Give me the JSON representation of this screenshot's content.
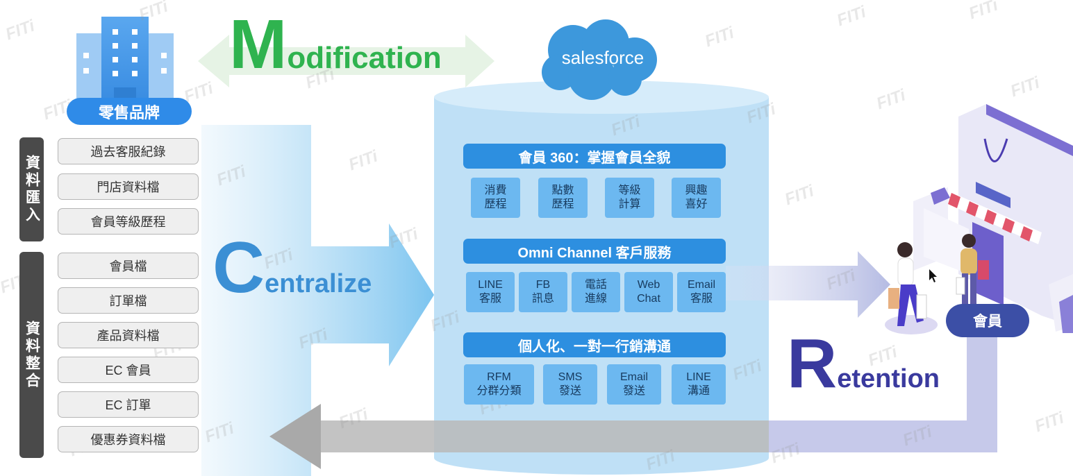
{
  "headline": {
    "modification": {
      "initial": "M",
      "rest": "odification",
      "color": "#2fb34f"
    },
    "centralize": {
      "initial": "C",
      "rest": "entralize",
      "color": "#3b8fd4"
    },
    "retention": {
      "initial": "R",
      "rest": "etention",
      "color": "#3a3a9e"
    }
  },
  "brand": {
    "label": "零售品牌"
  },
  "left_groups": [
    {
      "label": "資料匯入",
      "items": [
        "過去客服紀錄",
        "門店資料檔",
        "會員等級歷程"
      ]
    },
    {
      "label": "資料整合",
      "items": [
        "會員檔",
        "訂單檔",
        "產品資料檔",
        "EC 會員",
        "EC 訂單",
        "優惠券資料檔"
      ]
    }
  ],
  "salesforce": {
    "label": "salesforce"
  },
  "sections": [
    {
      "title": "會員 360：掌握會員全貌",
      "chips": [
        [
          "消費",
          "歷程"
        ],
        [
          "點數",
          "歷程"
        ],
        [
          "等級",
          "計算"
        ],
        [
          "興趣",
          "喜好"
        ]
      ]
    },
    {
      "title": "Omni Channel 客戶服務",
      "chips": [
        [
          "LINE",
          "客服"
        ],
        [
          "FB",
          "訊息"
        ],
        [
          "電話",
          "進線"
        ],
        [
          "Web",
          "Chat"
        ],
        [
          "Email",
          "客服"
        ]
      ]
    },
    {
      "title": "個人化、一對一行銷溝通",
      "chips": [
        [
          "RFM",
          "分群分類"
        ],
        [
          "SMS",
          "發送"
        ],
        [
          "Email",
          "發送"
        ],
        [
          "LINE",
          "溝通"
        ]
      ]
    }
  ],
  "member": {
    "label": "會員"
  },
  "watermark": "FITi",
  "colors": {
    "cylinder": "#bfe0f6",
    "cylinder_top": "#d6ecfa",
    "header_blue": "#2d8fe0",
    "chip_blue": "#6cb8f0",
    "gray_arrow": "#b8b8b8",
    "purple_arrow": "#c6c9ea",
    "green_arrow": "#e3f2e2"
  },
  "icons": [
    "building-icon",
    "cloud-icon",
    "shop-bag-icon",
    "shopper-icon"
  ]
}
